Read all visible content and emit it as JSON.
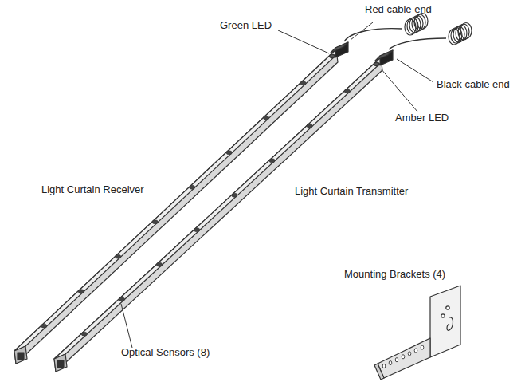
{
  "diagram": {
    "labels": [
      "Red cable end",
      "Green LED",
      "Black cable end",
      "Amber LED",
      "Light Curtain Receiver",
      "Light Curtain Transmitter",
      "Optical Sensors (8)",
      "Mounting Brackets (4)"
    ]
  }
}
